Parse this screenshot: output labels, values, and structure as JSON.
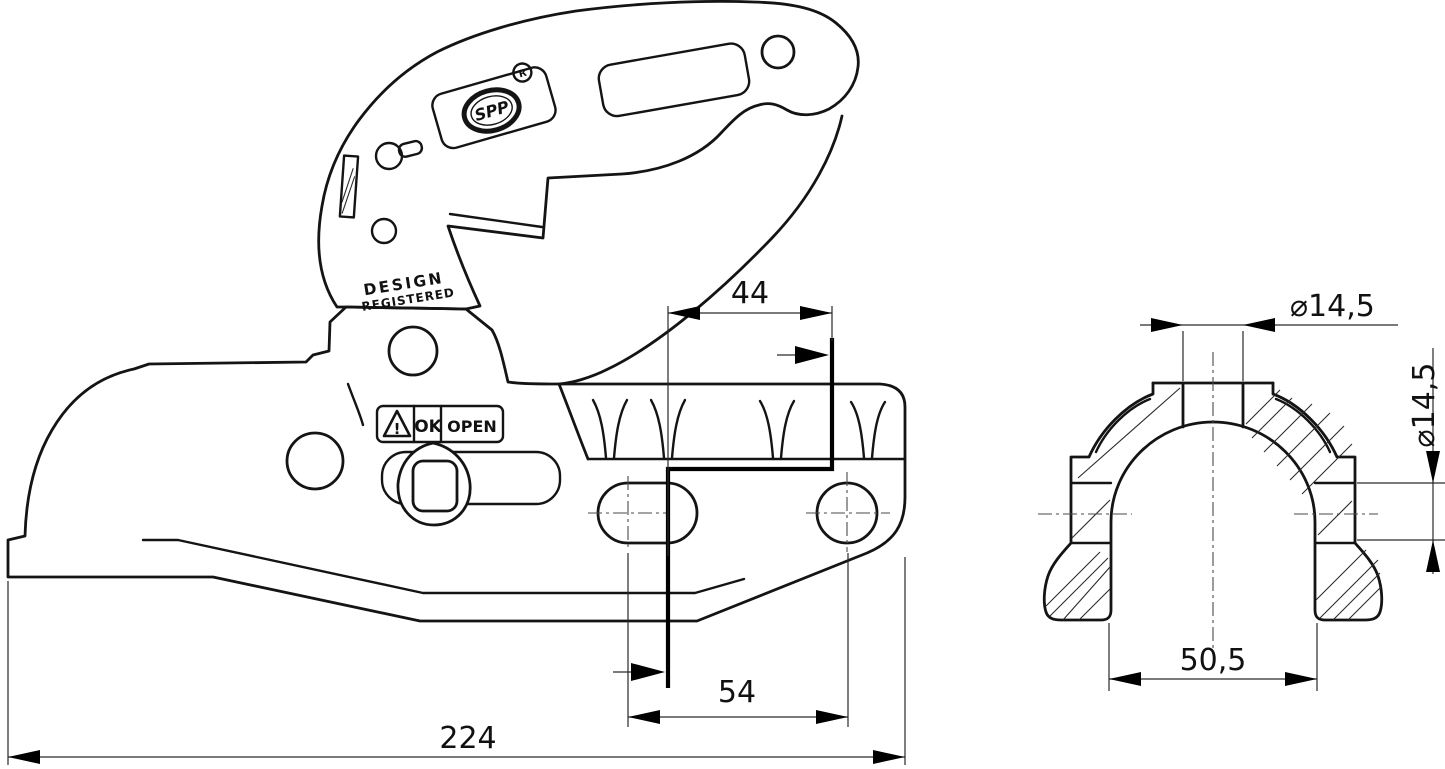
{
  "drawing_type": "trailer-coupling-technical-drawing",
  "background": "#ffffff",
  "line_color": "#141414",
  "side_view": {
    "brand_logo": "SPP",
    "registered_mark": "R",
    "design_text_line1": "DESIGN",
    "design_text_line2": "REGISTERED",
    "warning_symbol": "!",
    "indicator_ok": "OK",
    "indicator_open": "OPEN"
  },
  "dimensions": {
    "lever_pin_offset": "44",
    "mounting_hole_spacing": "54",
    "overall_length": "224",
    "top_hole_diameter": "⌀14,5",
    "cross_hole_diameter": "⌀14,5",
    "channel_inner_width": "50,5"
  }
}
